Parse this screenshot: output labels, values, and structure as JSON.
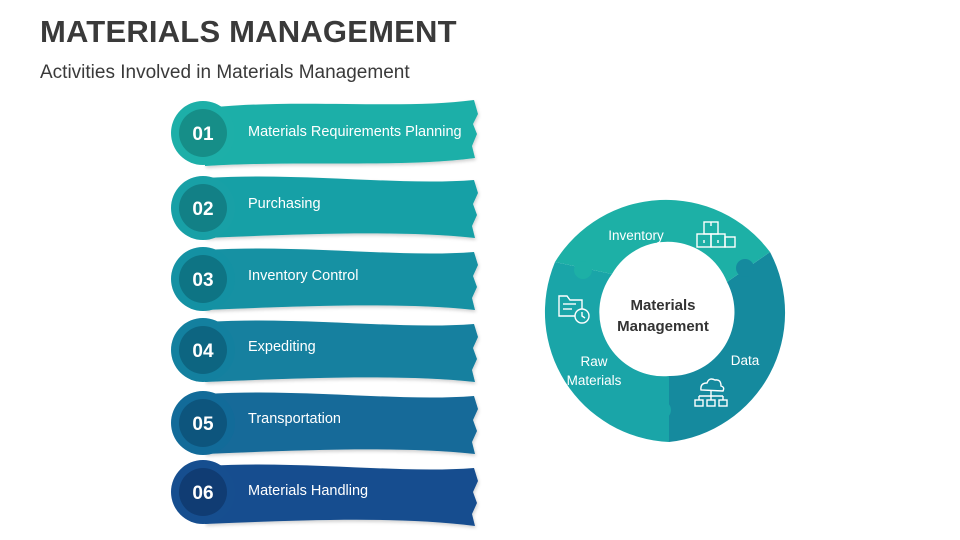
{
  "header": {
    "title": "MATERIALS MANAGEMENT",
    "subtitle": "Activities Involved in Materials Management"
  },
  "steps": [
    {
      "number": "01",
      "label": "Materials Requirements Planning",
      "color": "#1DAFA8",
      "badge_color": "#168E88"
    },
    {
      "number": "02",
      "label": "Purchasing",
      "color": "#18A0A6",
      "badge_color": "#128086"
    },
    {
      "number": "03",
      "label": "Inventory Control",
      "color": "#1491A3",
      "badge_color": "#0E7484"
    },
    {
      "number": "04",
      "label": "Expediting",
      "color": "#13809F",
      "badge_color": "#0D6581"
    },
    {
      "number": "05",
      "label": "Transportation",
      "color": "#126B99",
      "badge_color": "#0D557D"
    },
    {
      "number": "06",
      "label": "Materials Handling",
      "color": "#164E8F",
      "badge_color": "#103C73"
    }
  ],
  "cycle": {
    "center_label_line1": "Materials",
    "center_label_line2": "Management",
    "segments": [
      {
        "label_lines": [
          "Inventory"
        ],
        "icon": "boxes-icon",
        "color": "#1DB0A6"
      },
      {
        "label_lines": [
          "Data"
        ],
        "icon": "cloud-network-icon",
        "color": "#158A9E"
      },
      {
        "label_lines": [
          "Raw",
          "Materials"
        ],
        "icon": "folder-clock-icon",
        "color": "#1AA5A8"
      }
    ]
  }
}
